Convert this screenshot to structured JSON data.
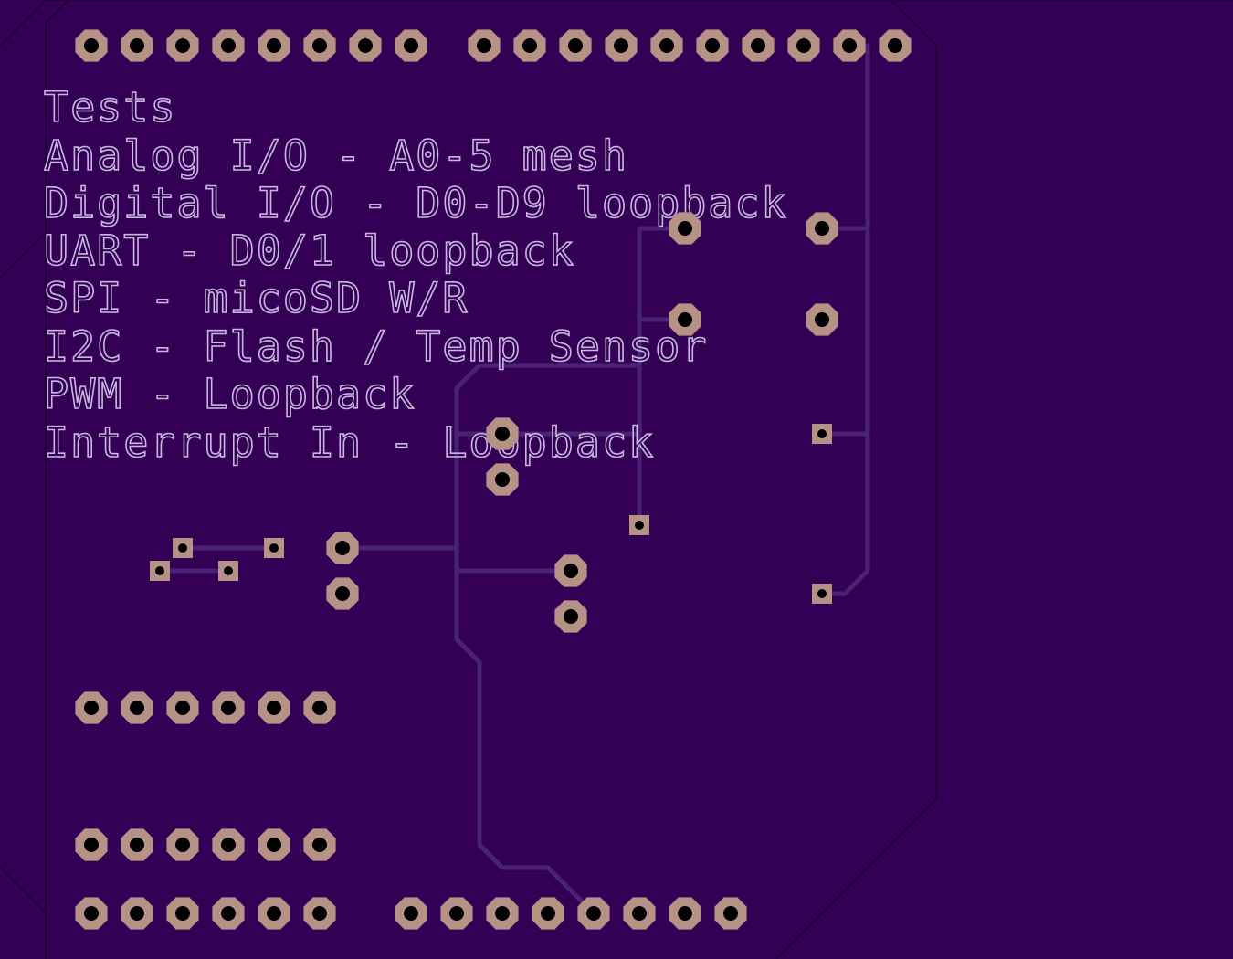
{
  "silkscreen": {
    "title": "Tests",
    "lines": [
      "Analog I/O - A0-5 mesh",
      "Digital I/O - D0-D9 loopback",
      "UART - D0/1 loopback",
      "SPI - micoSD W/R",
      "I2C - Flash / Temp Sensor",
      "PWM - Loopback",
      "Interrupt In - Loopback"
    ]
  },
  "colors": {
    "board": "#330055",
    "trace": "#4a2275",
    "pad": "#b69185",
    "drill": "#000000",
    "silkscreen": "#c8b8e0"
  },
  "headers": {
    "top_left_pin_count": 8,
    "top_right_pin_count": 10,
    "mid_left_row1_pin_count": 6,
    "mid_left_row2_pin_count": 6,
    "bottom_left_pin_count": 6,
    "bottom_right_pin_count": 8
  }
}
